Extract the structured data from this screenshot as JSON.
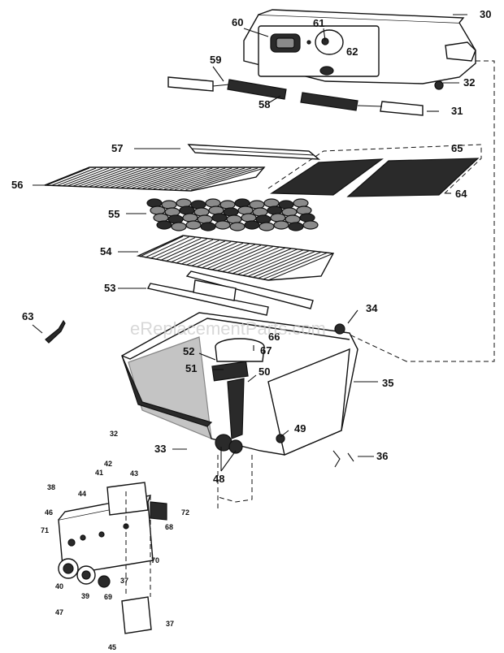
{
  "watermark": "eReplacementParts.com",
  "part_numbers": [
    "30",
    "60",
    "61",
    "62",
    "59",
    "58",
    "32",
    "31",
    "57",
    "65",
    "56",
    "64",
    "55",
    "54",
    "53",
    "34",
    "63",
    "66",
    "52",
    "67",
    "51",
    "50",
    "35",
    "49",
    "36",
    "33",
    "48",
    "32",
    "42",
    "43",
    "41",
    "44",
    "38",
    "72",
    "46",
    "71",
    "68",
    "40",
    "47",
    "39",
    "37",
    "69",
    "70",
    "37",
    "45"
  ]
}
